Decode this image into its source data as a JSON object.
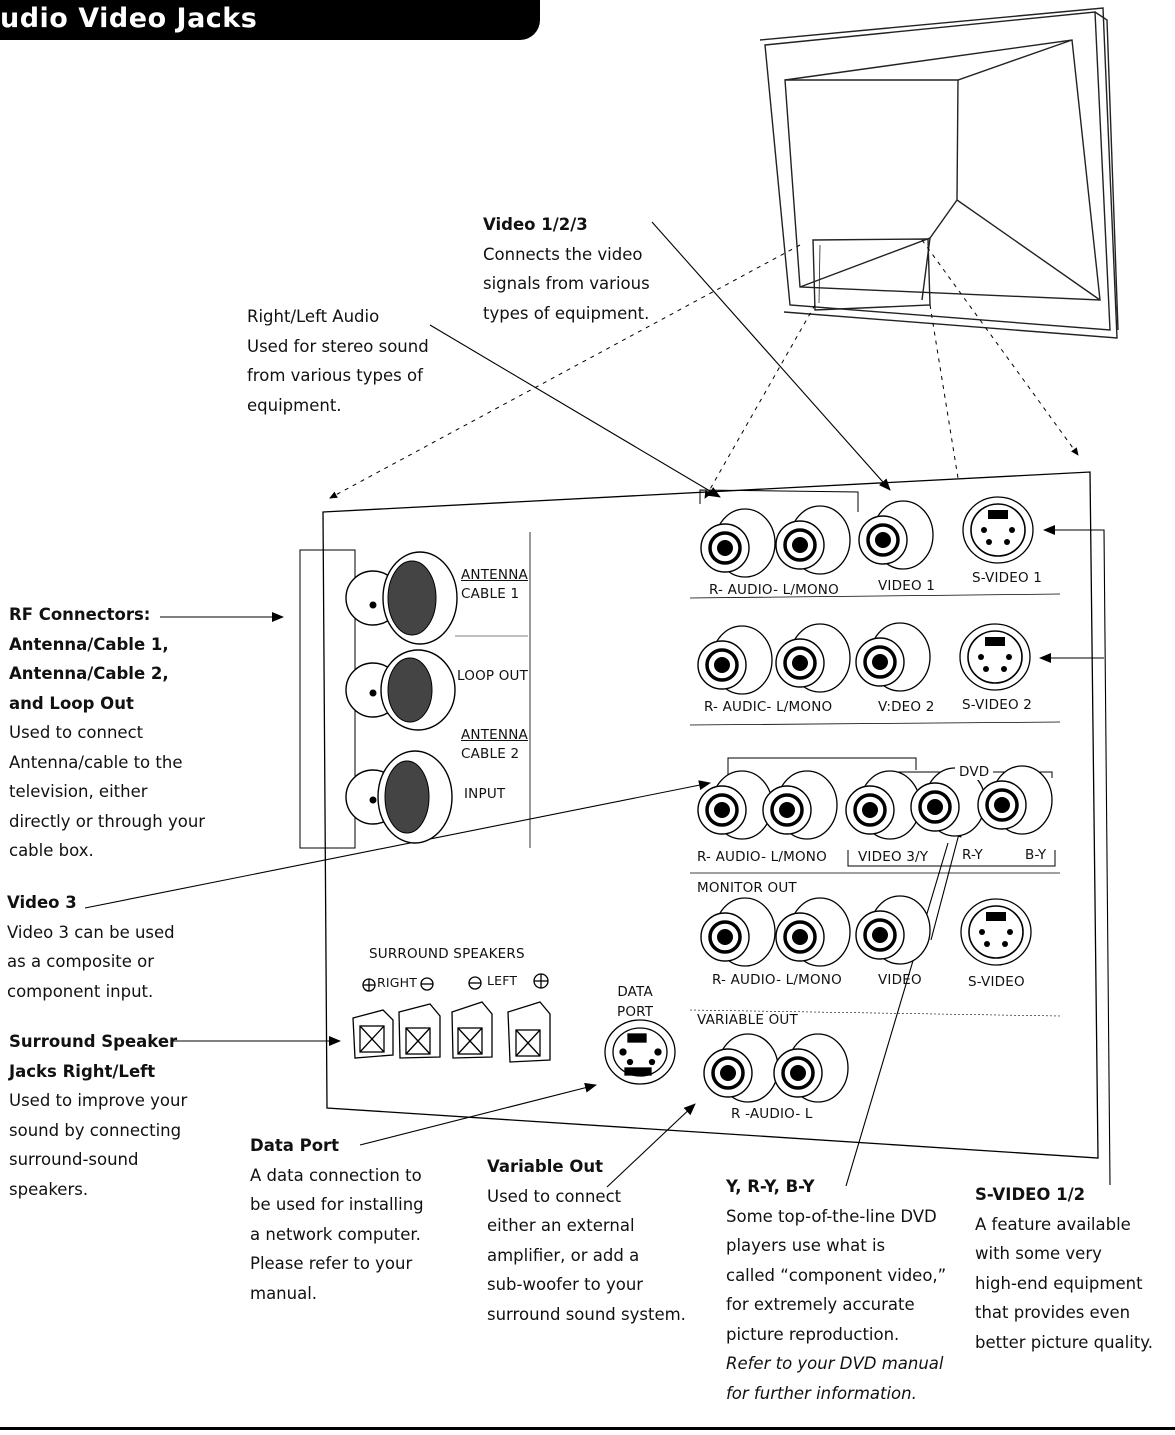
{
  "header": {
    "title": "udio Video Jacks"
  },
  "callouts": {
    "video123": {
      "title": "Video 1/2/3",
      "lines": [
        "Connects the video",
        "signals from various",
        "types of equipment."
      ]
    },
    "rl_audio": {
      "lines": [
        "Right/Left Audio",
        "Used for stereo sound",
        "from various types of",
        "equipment."
      ]
    },
    "rf": {
      "title_lines": [
        "RF Connectors:",
        "Antenna/Cable 1,",
        "Antenna/Cable 2,",
        "and Loop Out"
      ],
      "lines": [
        "Used to connect",
        "Antenna/cable to the",
        "television, either",
        "directly or through your",
        "cable box."
      ]
    },
    "video3": {
      "title": "Video 3",
      "lines": [
        "Video 3 can be used",
        "as a composite or",
        "component input."
      ]
    },
    "surround": {
      "title_lines": [
        "Surround Speaker",
        "Jacks Right/Left"
      ],
      "lines": [
        "Used to improve your",
        "sound by connecting",
        "surround-sound",
        "speakers."
      ]
    },
    "data_port": {
      "title": "Data Port",
      "lines": [
        "A data connection to",
        "be used for installing",
        "a network computer.",
        "Please refer to your",
        "manual."
      ]
    },
    "variable_out": {
      "title": "Variable Out",
      "lines": [
        "Used to connect",
        "either an external",
        "amplifier, or add a",
        "sub-woofer to your",
        "surround sound system."
      ]
    },
    "yrb": {
      "title": "Y, R-Y, B-Y",
      "lines": [
        "Some top-of-the-line DVD",
        "players use what is",
        "called “component video,”",
        "for extremely accurate",
        "picture reproduction."
      ],
      "italic_lines": [
        "Refer to your DVD manual",
        "for further information."
      ]
    },
    "svideo12": {
      "title": "S-VIDEO 1/2",
      "lines": [
        "A feature available",
        "with some very",
        "high-end equipment",
        "that provides even",
        "better picture quality."
      ]
    }
  },
  "panel": {
    "antenna_cable1": [
      "ANTENNA",
      "CABLE 1"
    ],
    "loop_out": "LOOP OUT",
    "antenna_cable2": [
      "ANTENNA",
      "CABLE 2"
    ],
    "input": "INPUT",
    "row1": {
      "audio": "R- AUDIO- L/MONO",
      "video": "VIDEO 1",
      "svideo": "S-VIDEO 1"
    },
    "row2": {
      "audio": "R- AUDIC- L/MONO",
      "video": "V:DEO 2",
      "svideo": "S-VIDEO 2"
    },
    "row3": {
      "dvd": "DVD",
      "audio": "R- AUDIO- L/MONO",
      "video": "VIDEO 3/Y",
      "ry": "R-Y",
      "by": "B-Y"
    },
    "monitor_out": {
      "title": "MONITOR OUT",
      "audio": "R- AUDIO- L/MONO",
      "video": "VIDEO",
      "svideo": "S-VIDEO"
    },
    "surround": {
      "title": "SURROUND SPEAKERS",
      "right": "RIGHT",
      "left": "LEFT"
    },
    "data_port": [
      "DATA",
      "PORT"
    ],
    "variable_out": {
      "title": "VARIABLE OUT",
      "audio": "R -AUDIO- L"
    }
  }
}
